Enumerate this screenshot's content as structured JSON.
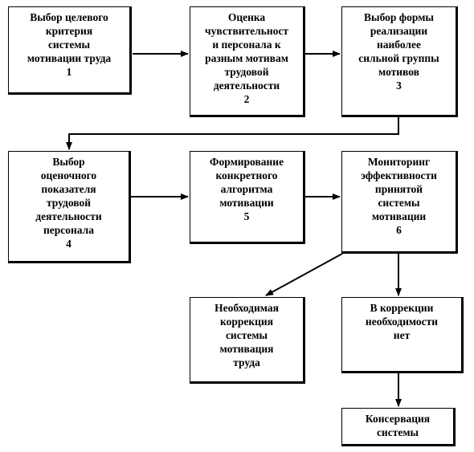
{
  "boxes": [
    {
      "id": "b1",
      "lines": [
        "Выбор целевого",
        "критерия",
        "системы",
        "мотивации труда",
        "1"
      ]
    },
    {
      "id": "b2",
      "lines": [
        "Оценка",
        "чувствительност",
        "и персонала к",
        "разным мотивам",
        "трудовой",
        "деятельности",
        "2"
      ]
    },
    {
      "id": "b3",
      "lines": [
        "Выбор формы",
        "реализации",
        "наиболее",
        "сильной группы",
        "мотивов",
        "3"
      ]
    },
    {
      "id": "b4",
      "lines": [
        "Выбор",
        "оценочного",
        "показателя",
        "трудовой",
        "деятельности",
        "персонала",
        "4"
      ]
    },
    {
      "id": "b5",
      "lines": [
        "Формирование",
        "конкретного",
        "алгоритма",
        "мотивации",
        "5"
      ]
    },
    {
      "id": "b6",
      "lines": [
        "Мониторинг",
        "эффективности",
        "принятой",
        "системы",
        "мотивации",
        "6"
      ]
    },
    {
      "id": "b7",
      "lines": [
        "Необходимая",
        "коррекция",
        "системы",
        "мотивация",
        "труда"
      ]
    },
    {
      "id": "b8",
      "lines": [
        "В коррекции",
        "необходимости",
        "нет"
      ]
    },
    {
      "id": "b9",
      "lines": [
        "Консервация",
        "системы"
      ]
    }
  ],
  "connections": [
    {
      "from": "b1",
      "to": "b2"
    },
    {
      "from": "b2",
      "to": "b3"
    },
    {
      "from": "b3",
      "to": "b4"
    },
    {
      "from": "b4",
      "to": "b5"
    },
    {
      "from": "b5",
      "to": "b6"
    },
    {
      "from": "b6",
      "to": "b7"
    },
    {
      "from": "b6",
      "to": "b8"
    },
    {
      "from": "b8",
      "to": "b9"
    }
  ]
}
